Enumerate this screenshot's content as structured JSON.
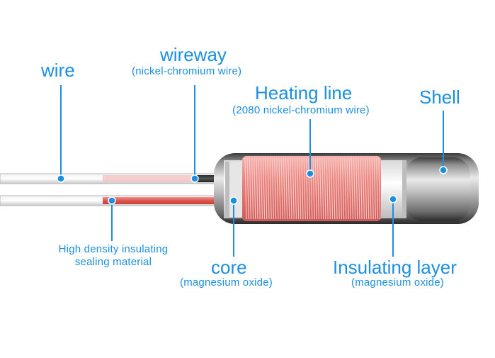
{
  "labels": {
    "wire": "wire",
    "wireway": "wireway",
    "wireway_sub": "(nickel-chromium wire)",
    "heating_line": "Heating line",
    "heating_line_sub": "(2080 nickel-chromium wire)",
    "shell": "Shell",
    "sealing_line1": "High density insulating",
    "sealing_line2": "sealing material",
    "core": "core",
    "core_sub": "(magnesium oxide)",
    "insulating_layer": "Insulating layer",
    "insulating_layer_sub": "(magnesium oxide)"
  },
  "colors": {
    "label_blue": "#1c8fe0",
    "wire_sheath": "#dcdcdc",
    "heating_coil": "#e87a78",
    "shell_metal": "#b8b8b8",
    "core_white": "#f4f4f4"
  }
}
